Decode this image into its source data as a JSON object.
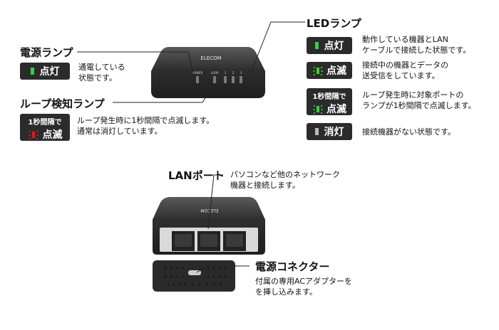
{
  "power_lamp": {
    "title": "電源ランプ",
    "badge": "点灯",
    "desc": [
      "通電している",
      "状態です。"
    ]
  },
  "loop_lamp": {
    "title": "ループ検知ランプ",
    "badge_top": "1秒間隔で",
    "badge": "点滅",
    "desc": [
      "ループ発生時に1秒間隔で点滅します。",
      "通常は消灯しています。"
    ]
  },
  "led_lamp": {
    "title": "LEDランプ",
    "states": [
      {
        "badge": "点灯",
        "desc": [
          "動作している機器とLAN",
          "ケーブルで接続した状態です。"
        ]
      },
      {
        "badge": "点滅",
        "desc": [
          "接続中の機器とデータの",
          "送受信をしています。"
        ]
      },
      {
        "badge_top": "1秒間隔で",
        "badge": "点滅",
        "desc": [
          "ループ発生時に対象ポートの",
          "ランプが1秒間隔で点滅します。"
        ]
      },
      {
        "badge": "消灯",
        "desc": [
          "接続機器がない状態です。"
        ]
      }
    ]
  },
  "lan_port": {
    "title": "LANポート",
    "desc": [
      "パソコンなど他のネットワーク",
      "機器と接続します。"
    ]
  },
  "power_connector": {
    "title": "電源コネクター",
    "desc": [
      "付属の専用ACアダプターを",
      "を挿し込みます。"
    ]
  },
  "device": {
    "brand": "ELECOM",
    "top_labels": [
      "POWER",
      "LOOP",
      "1",
      "2",
      "3"
    ]
  },
  "colors": {
    "led_green": "#39d23a",
    "led_red": "#e8161b",
    "led_off": "#b9b9b9",
    "badge_bg": "#2b2b2b"
  }
}
